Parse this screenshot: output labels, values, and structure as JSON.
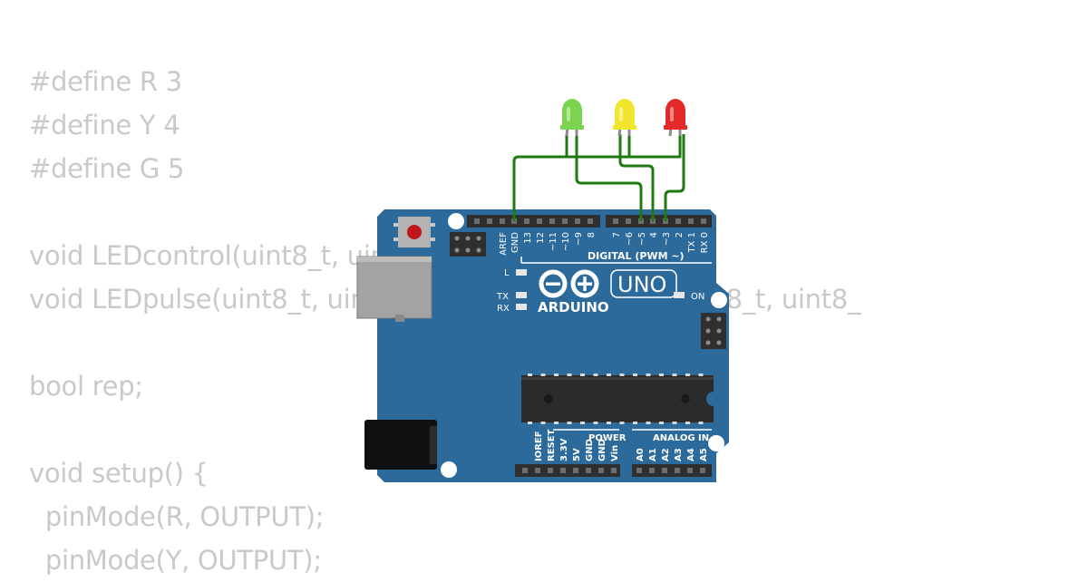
{
  "code_lines": [
    "#define R 3",
    "#define Y 4",
    "#define G 5",
    "",
    "void LEDcontrol(uint8_t, uint8_t, uint8_t, uint16_t *);",
    "void LEDpulse(uint8_t, uint8_t, uint16_t, uint16_t, uint8_t, uint8_",
    "",
    "bool rep;",
    "",
    "void setup() {",
    "  pinMode(R, OUTPUT);",
    "  pinMode(Y, OUTPUT);"
  ],
  "leds": [
    {
      "name": "green-led",
      "color": "#7bd34e"
    },
    {
      "name": "yellow-led",
      "color": "#f2e52e"
    },
    {
      "name": "red-led",
      "color": "#e52828"
    }
  ],
  "wire_color": "#1f7a12",
  "board": {
    "color": "#2b6a9b",
    "brand": "ARDUINO",
    "model": "UNO",
    "digital_label": "DIGITAL (PWM ~)",
    "power_label": "POWER",
    "analog_label": "ANALOG IN",
    "on_label": "ON",
    "l_label": "L",
    "tx_label": "TX",
    "rx_label": "RX",
    "top_pins": [
      "AREF",
      "GND",
      "13",
      "12",
      "~11",
      "~10",
      "~9",
      "8",
      "7",
      "~6",
      "~5",
      "4",
      "~3",
      "2",
      "TX 1",
      "RX 0"
    ],
    "power_pins": [
      "IOREF",
      "RESET",
      "3.3V",
      "5V",
      "GND",
      "GND",
      "Vin"
    ],
    "analog_pins": [
      "A0",
      "A1",
      "A2",
      "A3",
      "A4",
      "A5"
    ]
  }
}
